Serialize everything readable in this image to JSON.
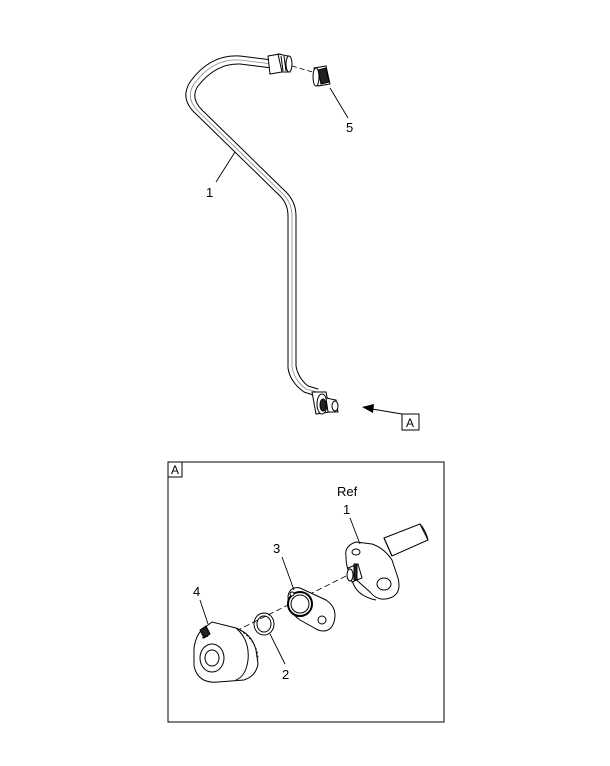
{
  "diagram": {
    "callouts": {
      "item_1": "1",
      "item_5": "5",
      "detail_item_1": "1",
      "detail_item_2": "2",
      "detail_item_3": "3",
      "detail_item_4": "4",
      "ref": "Ref"
    },
    "view_label": "A",
    "detail_label": "A"
  }
}
